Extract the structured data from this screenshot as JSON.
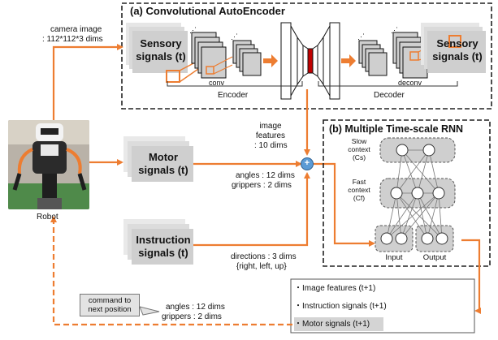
{
  "cae": {
    "title": "(a) Convolutional AutoEncoder",
    "input_block": "Sensory signals (t)",
    "output_block": "Sensory signals (t)",
    "conv_label": "conv",
    "deconv_label": "deconv",
    "encoder_label": "Encoder",
    "decoder_label": "Decoder"
  },
  "camera": {
    "line1": "camera image",
    "line2": ": 112*112*3 dims"
  },
  "image_features": {
    "line1": "image",
    "line2": "features",
    "line3": ": 10 dims"
  },
  "robot": {
    "label": "Robot"
  },
  "motor": {
    "block": "Motor signals (t)",
    "angles": "angles : 12 dims",
    "grippers": "grippers : 2 dims"
  },
  "instruction": {
    "block": "Instruction signals (t)",
    "directions": "directions : 3 dims",
    "values": "{right, left, up}"
  },
  "sum_symbol": "+",
  "mtrnn": {
    "title": "(b) Multiple Time-scale RNN",
    "slow_line1": "Slow",
    "slow_line2": "context",
    "slow_line3": "(Cs)",
    "fast_line1": "Fast",
    "fast_line2": "context",
    "fast_line3": "(Cf)",
    "input_label": "Input",
    "output_label": "Output"
  },
  "outputs": [
    "・Image features (t+1)",
    "・Instruction signals (t+1)",
    "・Motor signals (t+1)"
  ],
  "command": {
    "line1": "command to",
    "line2": "next position",
    "angles": "angles : 12 dims",
    "grippers": "grippers : 2 dims"
  },
  "colors": {
    "accent": "#ed7d31",
    "sum_node": "#5b9bd5",
    "bottleneck": "#c00000",
    "block_fill": "#d9d9d9"
  }
}
